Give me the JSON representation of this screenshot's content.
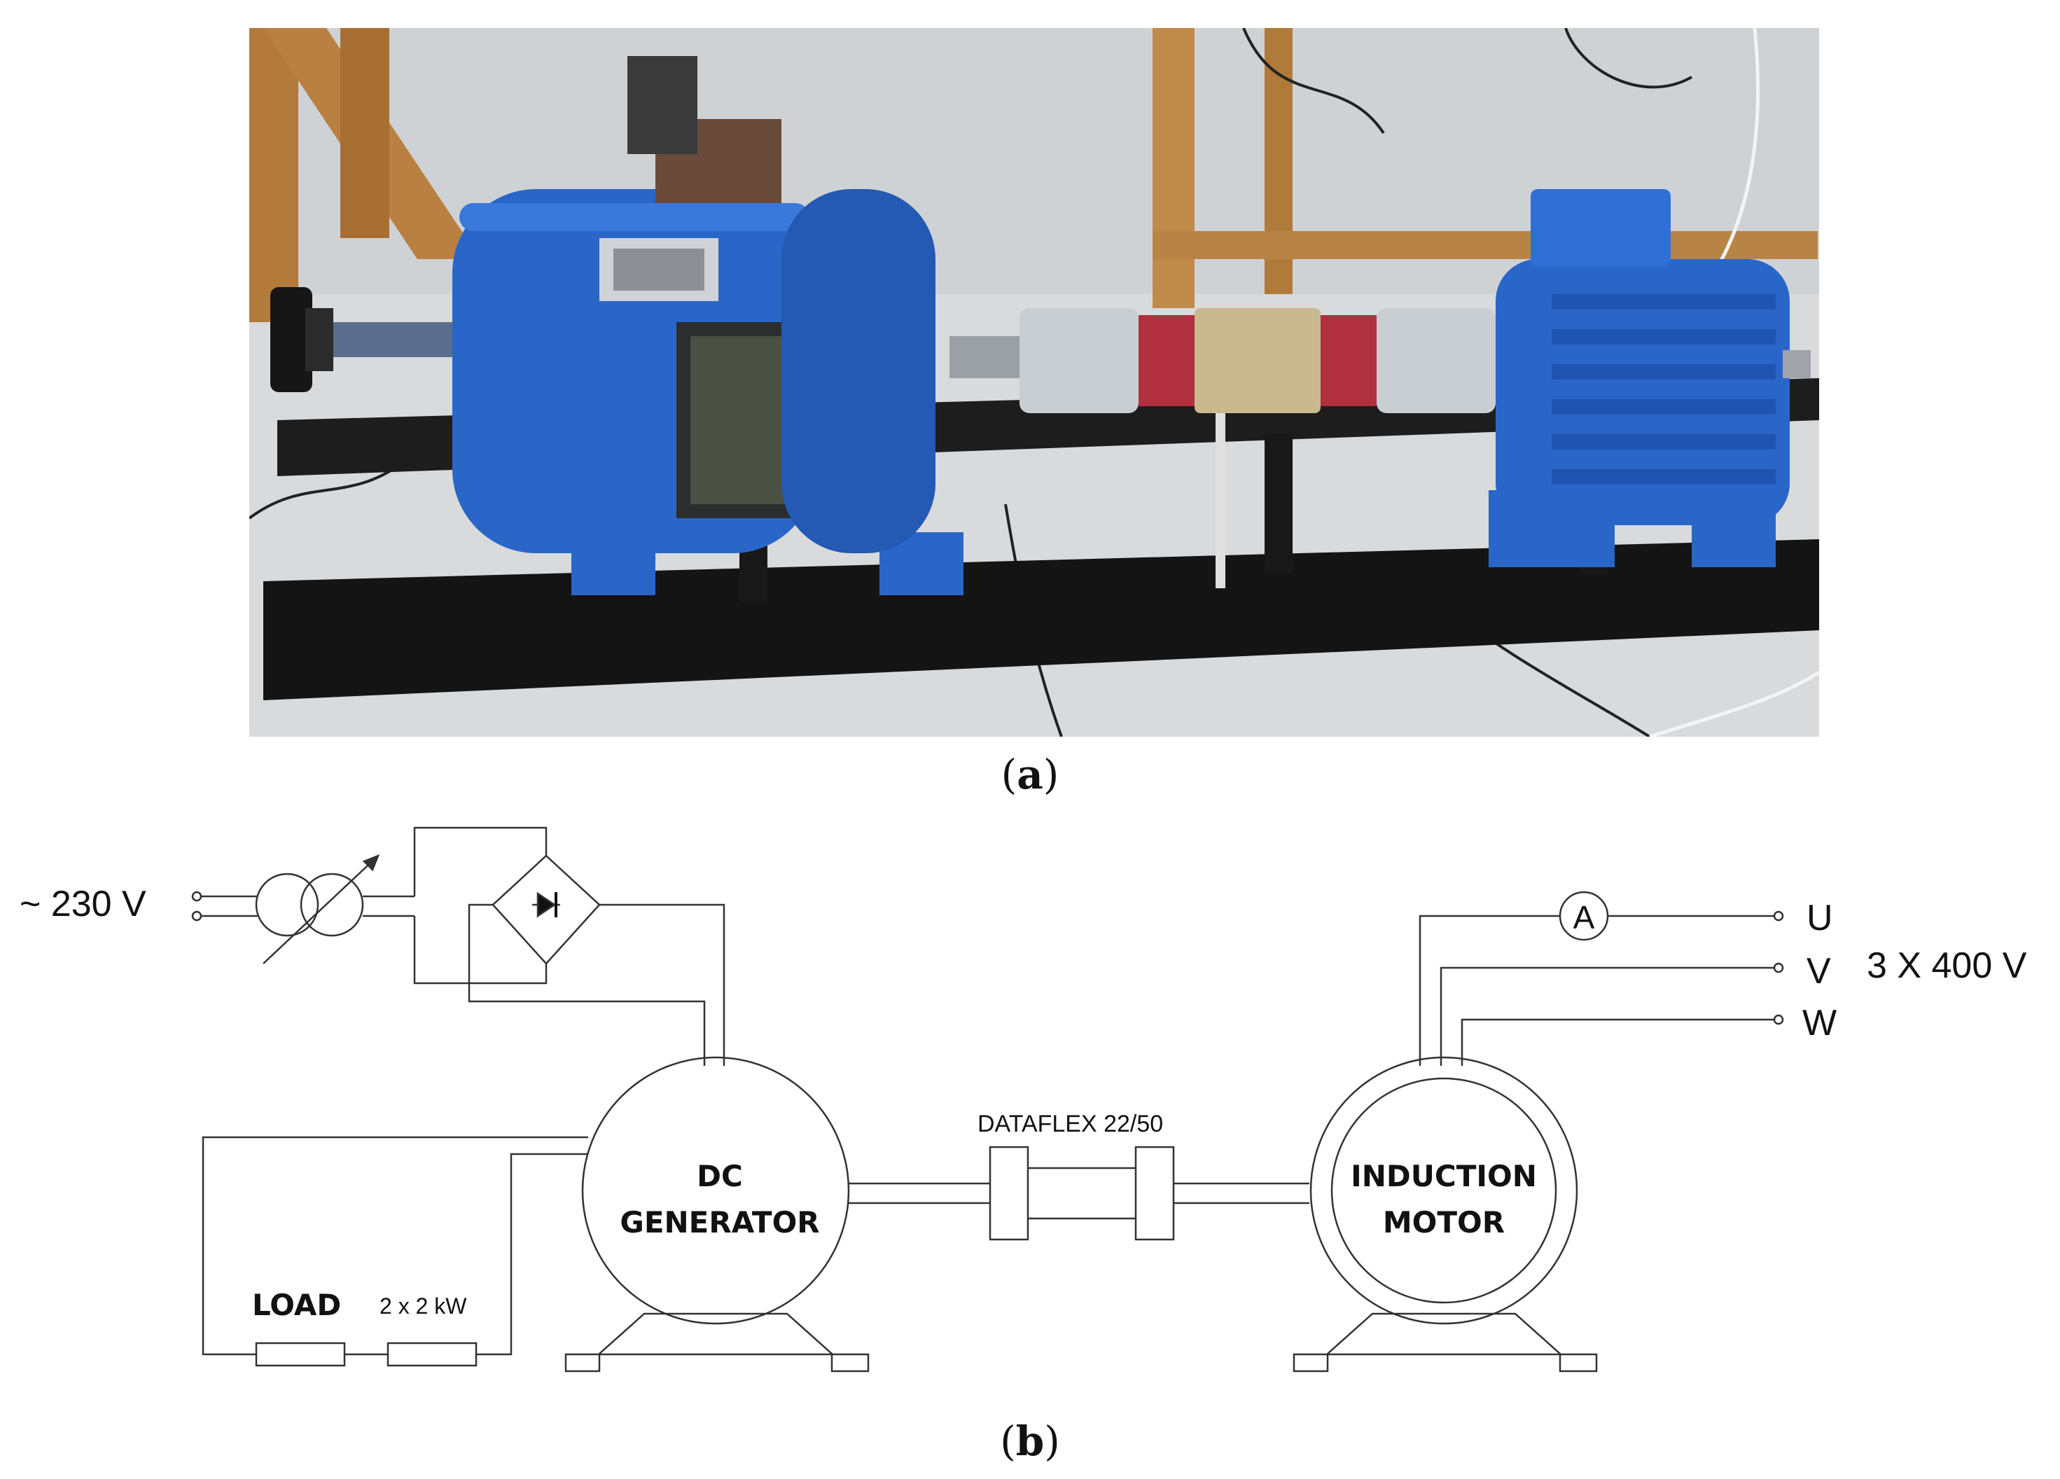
{
  "figure": {
    "caption_a": "a",
    "caption_b": "b"
  },
  "photo": {
    "nameplate_text": "",
    "colors": {
      "motor_blue": "#2a66c8",
      "frame_black": "#141414",
      "wood": "#b07a3a",
      "floor": "#d9dbdd",
      "coupling_metal": "#c8b98f"
    }
  },
  "schematic": {
    "supply_ac": "~ 230 V",
    "supply_3phase": "3 X 400 V",
    "phase_u": "U",
    "phase_v": "V",
    "phase_w": "W",
    "ammeter": "A",
    "coupling": "DATAFLEX 22/50",
    "dc_generator_line1": "DC",
    "dc_generator_line2": "GENERATOR",
    "induction_motor_line1": "INDUCTION",
    "induction_motor_line2": "MOTOR",
    "load": "LOAD",
    "load_rating": "2 x 2 kW"
  }
}
